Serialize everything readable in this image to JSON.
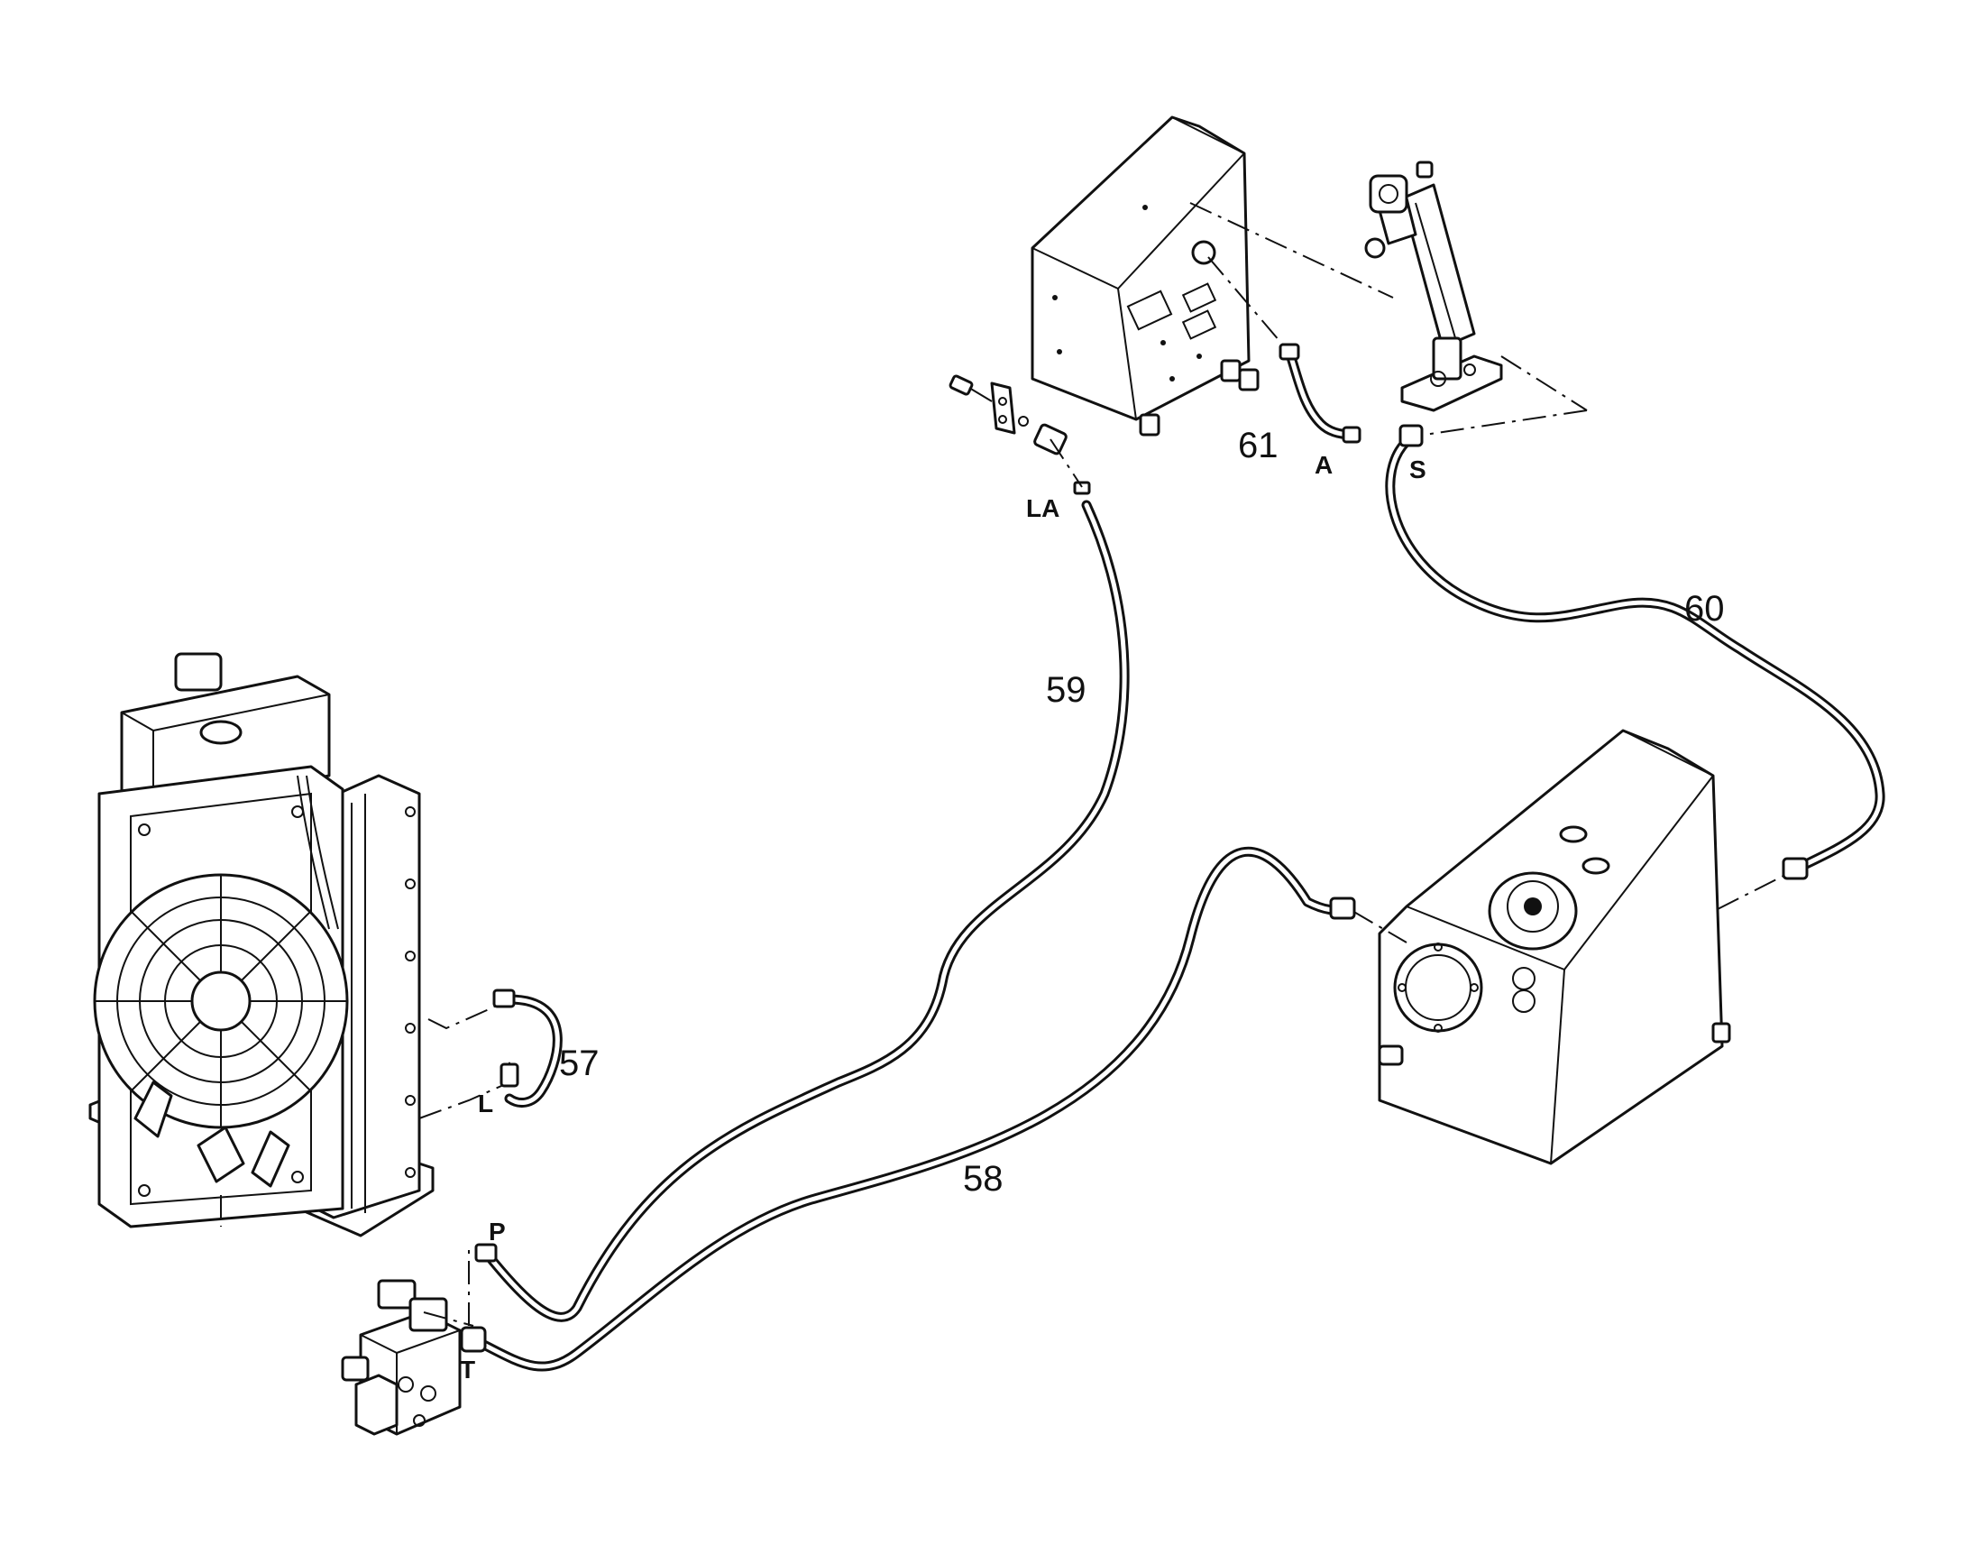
{
  "callouts": {
    "c57": "57",
    "c58": "58",
    "c59": "59",
    "c60": "60",
    "c61": "61"
  },
  "ports": {
    "la": "LA",
    "a": "A",
    "s": "S",
    "l": "L",
    "p": "P",
    "t": "T"
  },
  "colors": {
    "ink": "#111111",
    "paper": "#ffffff"
  }
}
